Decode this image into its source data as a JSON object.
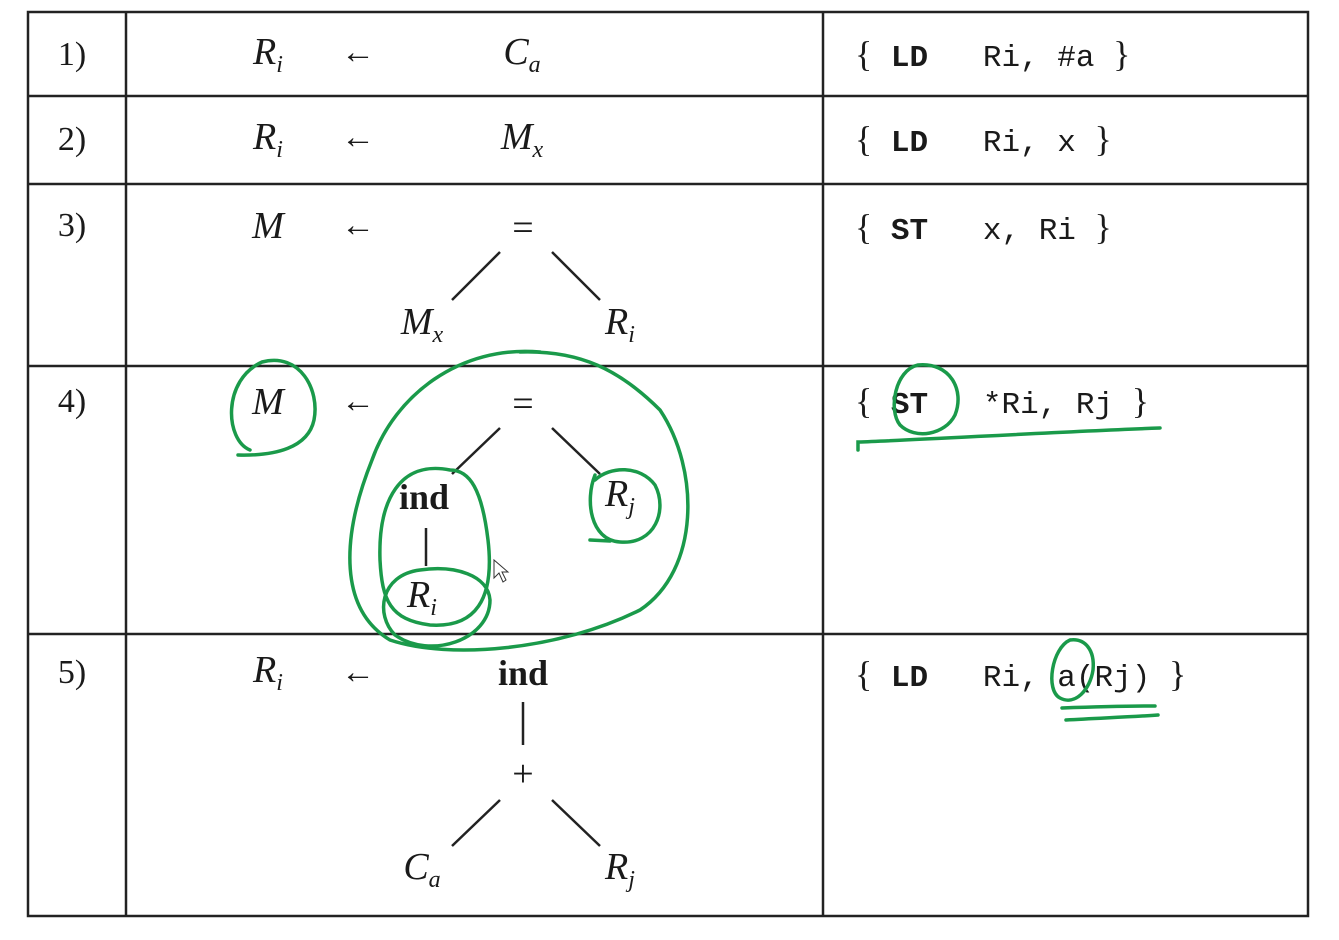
{
  "rules": [
    {
      "number": "1)",
      "lhs": {
        "head": "R",
        "sub": "i"
      },
      "arrow": "←",
      "root": {
        "head": "C",
        "sub": "a"
      },
      "code": {
        "open": "{",
        "op": "LD",
        "args": "Ri, #a",
        "close": "}"
      }
    },
    {
      "number": "2)",
      "lhs": {
        "head": "R",
        "sub": "i"
      },
      "arrow": "←",
      "root": {
        "head": "M",
        "sub": "x"
      },
      "code": {
        "open": "{",
        "op": "LD",
        "args": "Ri, x",
        "close": "}"
      }
    },
    {
      "number": "3)",
      "lhs": {
        "head": "M",
        "sub": ""
      },
      "arrow": "←",
      "root": {
        "head": "="
      },
      "left": {
        "head": "M",
        "sub": "x"
      },
      "right": {
        "head": "R",
        "sub": "i"
      },
      "code": {
        "open": "{",
        "op": "ST",
        "args": "x, Ri",
        "close": "}"
      }
    },
    {
      "number": "4)",
      "lhs": {
        "head": "M",
        "sub": ""
      },
      "arrow": "←",
      "root": {
        "head": "="
      },
      "left": {
        "head": "ind"
      },
      "leftchild": {
        "head": "R",
        "sub": "i"
      },
      "right": {
        "head": "R",
        "sub": "j"
      },
      "code": {
        "open": "{",
        "op": "ST",
        "args": "*Ri, Rj",
        "close": "}"
      }
    },
    {
      "number": "5)",
      "lhs": {
        "head": "R",
        "sub": "i"
      },
      "arrow": "←",
      "root": {
        "head": "ind"
      },
      "mid": {
        "head": "+"
      },
      "left": {
        "head": "C",
        "sub": "a"
      },
      "right": {
        "head": "R",
        "sub": "j"
      },
      "code": {
        "open": "{",
        "op": "LD",
        "args": "Ri, a(Rj)",
        "close": "}"
      }
    }
  ],
  "colors": {
    "ink": "#1a1a1a",
    "annotation": "#1a9a4a"
  }
}
